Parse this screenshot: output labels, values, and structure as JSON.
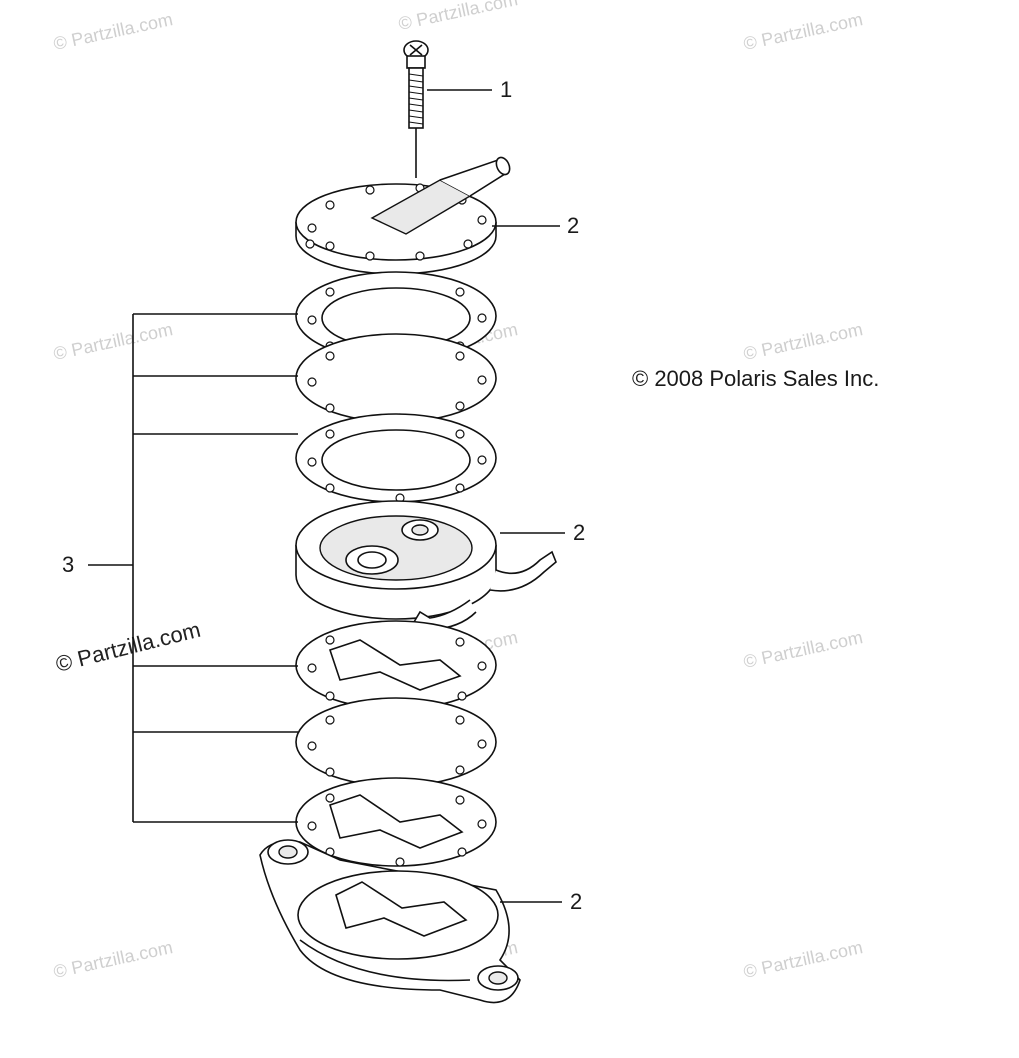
{
  "diagram": {
    "copyright": "© 2008 Polaris Sales Inc.",
    "callouts": [
      {
        "id": "bolt",
        "label": "1"
      },
      {
        "id": "cover-top",
        "label": "2"
      },
      {
        "id": "pump-body",
        "label": "2"
      },
      {
        "id": "base",
        "label": "2"
      },
      {
        "id": "gasket-kit",
        "label": "3"
      }
    ]
  },
  "watermark": {
    "text": "© Partzilla.com"
  }
}
